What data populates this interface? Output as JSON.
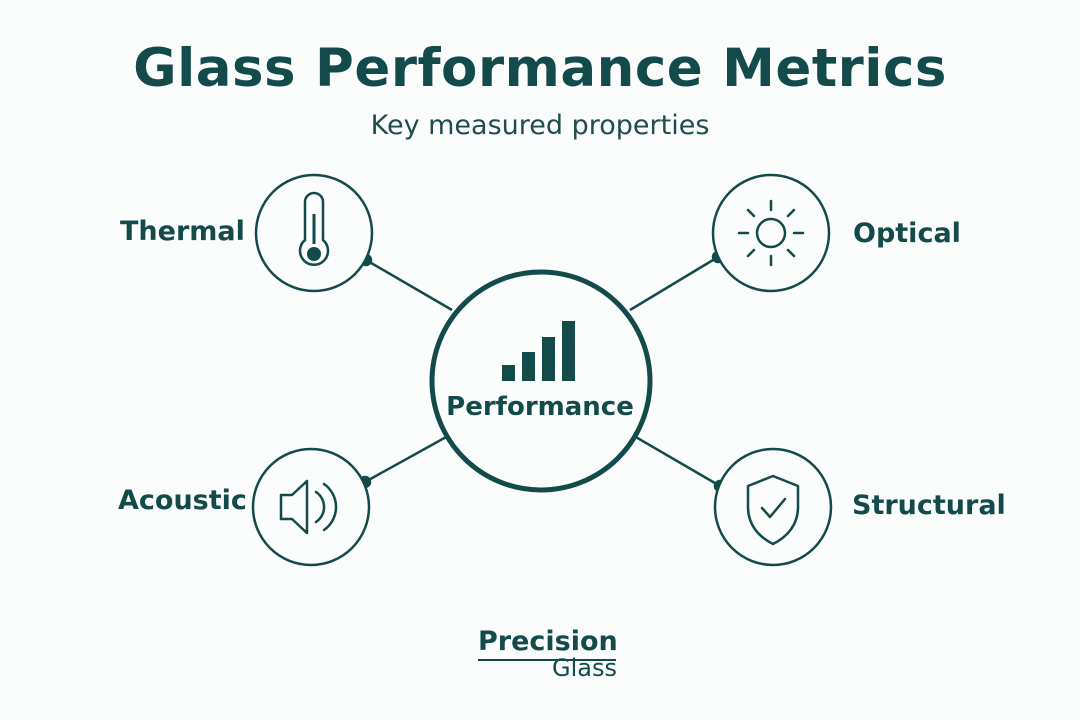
{
  "header": {
    "title": "Glass Performance Metrics",
    "subtitle": "Key measured properties"
  },
  "hub": {
    "label": "Performance",
    "icon": "bar-chart-icon"
  },
  "nodes": [
    {
      "id": "thermal",
      "label": "Thermal",
      "icon": "thermometer-icon"
    },
    {
      "id": "optical",
      "label": "Optical",
      "icon": "sun-icon"
    },
    {
      "id": "acoustic",
      "label": "Acoustic",
      "icon": "speaker-icon"
    },
    {
      "id": "structural",
      "label": "Structural",
      "icon": "shield-check-icon"
    }
  ],
  "logo": {
    "line1": "Precision",
    "line2": "Glass"
  },
  "colors": {
    "primary": "#134a4a",
    "background": "#fbfcfc"
  }
}
